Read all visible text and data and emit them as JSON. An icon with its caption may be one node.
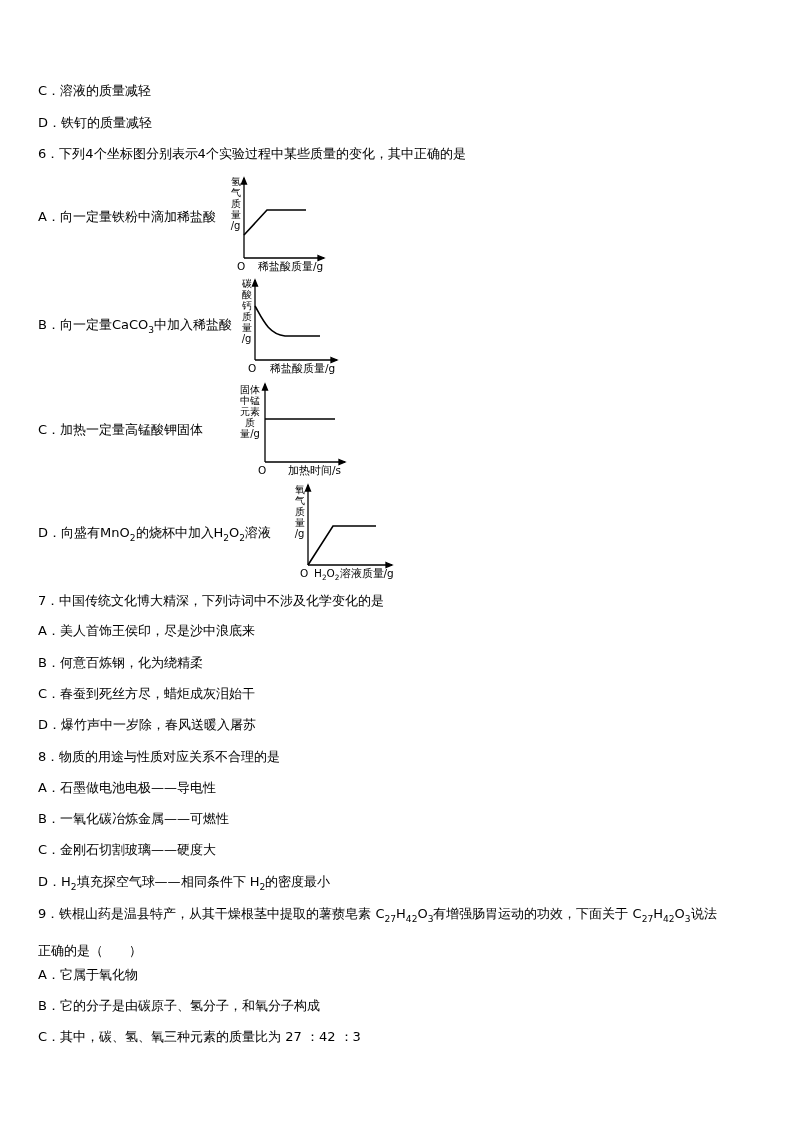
{
  "diagram": {
    "labels": [
      "C．溶液的质量减轻",
      "D．铁钉的质量减轻",
      "6．下列4个坐标图分别表示4个实验过程中某些质量的变化，其中正确的是",
      "A．向一定量铁粉中滴加稀盐酸",
      "氢气质量/g",
      "O",
      "稀盐酸质量/g",
      "B．向一定量CaCO$_{3}$中加入稀盐酸",
      "碳酸钙质量/g",
      "O",
      "稀盐酸质量/g",
      "C．加热一定量高锰酸钾固体",
      "固体中锰元素质量/g",
      "O",
      "加热时间/s",
      "D．向盛有MnO$_{2}$的烧杯中加入H$_{2}$O$_{2}$溶液",
      "氧气质量/g",
      "O",
      "H$_{2}$O$_{2}$溶液质量/g",
      "7．中国传统文化博大精深，下列诗词中不涉及化学变化的是",
      "A．美人首饰王侯印，尽是沙中浪底来",
      "B．何意百炼钢，化为绕精柔",
      "C．春蚕到死丝方尽，蜡炬成灰泪始干",
      "D．爆竹声中一岁除，春风送暖入屠苏",
      "8．物质的用途与性质对应关系不合理的是",
      "A．石墨做电池电极——导电性",
      "B．一氧化碳冶炼金属——可燃性",
      "C．金刚石切割玻璃——硬度大",
      "D．H$_{2}$填充探空气球——相同条件下 H$_{2}$的密度最小",
      "9．铁棍山药是温县特产，从其干燥根茎中提取的薯蓣皂素 C$_{27}$H$_{42}$O$_{3}$有增强肠胃运动的功效，下面关于 C$_{27}$H$_{42}$O$_{3}$说法正确的是（　　）",
      "A．它属于氧化物",
      "B．它的分子是由碳原子、氢分子，和氧分子构成",
      "C．其中，碳、氢、氧三种元素的质量比为 27 ：42 ：3"
    ]
  }
}
